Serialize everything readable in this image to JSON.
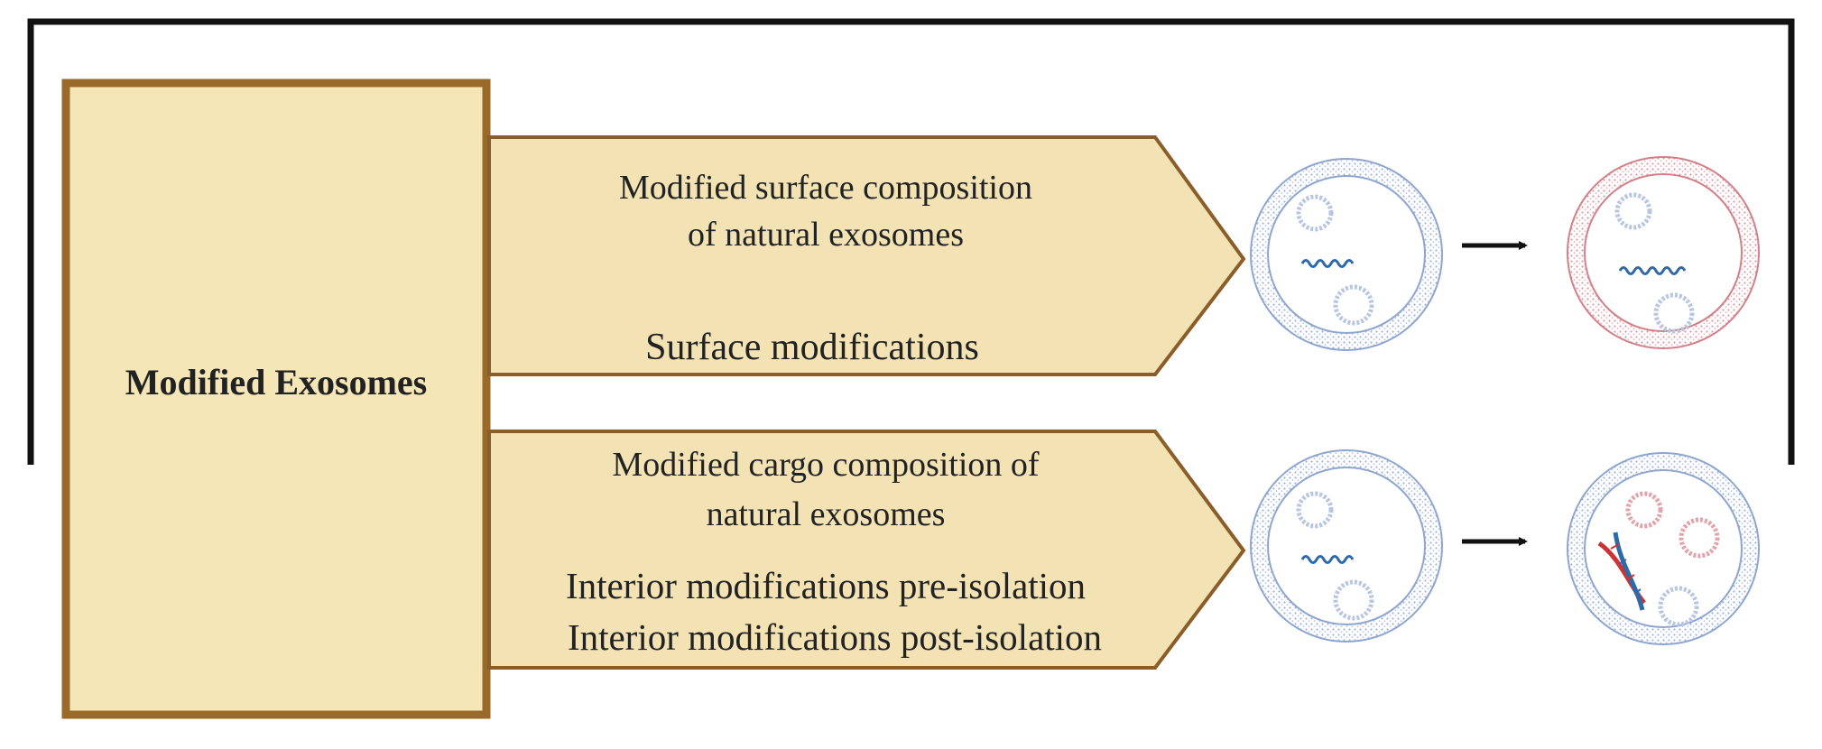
{
  "diagram": {
    "main_box": {
      "label": "Modified Exosomes"
    },
    "branches": [
      {
        "title_line1": "Modified surface composition",
        "title_line2": "of natural exosomes",
        "method_line1": "Surface modifications",
        "method_line2": ""
      },
      {
        "title_line1": "Modified cargo composition of",
        "title_line2": "natural exosomes",
        "method_line1": "Interior modifications pre-isolation",
        "method_line2": "Interior modifications post-isolation"
      }
    ]
  },
  "colors": {
    "bracket": "#111111",
    "box_fill": "#f5e6b8",
    "box_border": "#9a6a2a",
    "chevron_fill": "#f2e2b4",
    "chevron_border": "#8a5e2a",
    "exosome_blue": "#8fa6cf",
    "exosome_red": "#d2808a",
    "rna_blue": "#2e6aa8",
    "dna_red": "#cc3333",
    "arrow": "#111111"
  }
}
